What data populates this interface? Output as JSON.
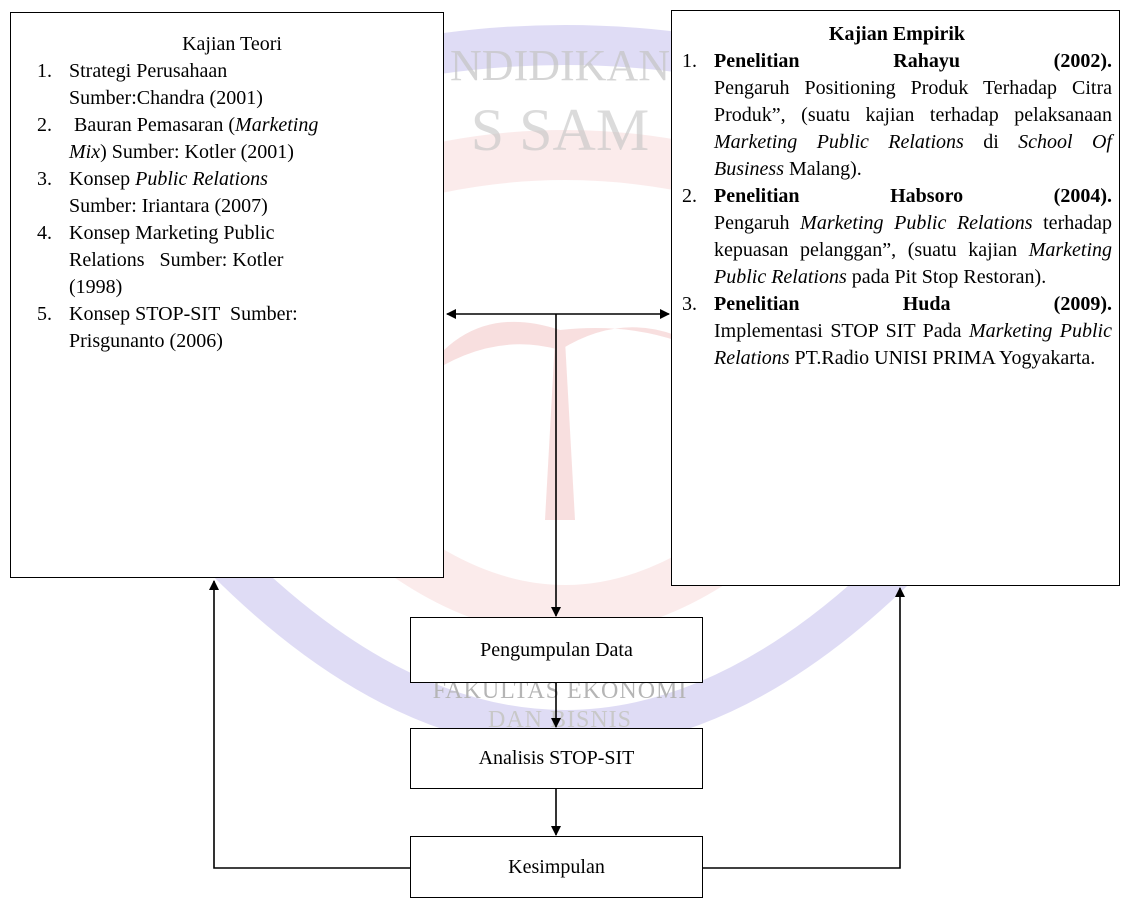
{
  "kajian_teori": {
    "title": "Kajian Teori",
    "items": [
      {
        "num": "1.",
        "line1": "Strategi Perusahaan",
        "line2": "Sumber:Chandra (2001)"
      },
      {
        "num": "2.",
        "pre": "Bauran Pemasaran (",
        "ital1": "Marketing",
        "ital2": "Mix",
        "post": ") Sumber: Kotler (2001)"
      },
      {
        "num": "3.",
        "pre": "Konsep ",
        "ital": "Public Relations",
        "line2": "Sumber: Iriantara (2007)"
      },
      {
        "num": "4.",
        "line1": "Konsep Marketing Public",
        "line2": "Relations   Sumber: Kotler",
        "line3": "(1998)"
      },
      {
        "num": "5.",
        "line1": "Konsep STOP-SIT  Sumber:",
        "line2": "Prisgunanto (2006)"
      }
    ]
  },
  "kajian_empirik": {
    "title": "Kajian Empirik",
    "items": [
      {
        "num": "1.",
        "heading": "Penelitian Rahayu (2002).",
        "t1": "Pengaruh Positioning Produk Terhadap Citra Produk”, (suatu kajian terhadap pelaksanaan ",
        "i1": "Marketing Public Relations",
        "t2": " di ",
        "i2": "School Of Business",
        "t3": " Malang)."
      },
      {
        "num": "2.",
        "heading": "Penelitian Habsoro (2004).",
        "t1": "Pengaruh ",
        "i1": "Marketing Public Relations",
        "t2": " terhadap kepuasan pelanggan”, (suatu kajian ",
        "i2": "Marketing Public Relations",
        "t3": " pada Pit Stop Restoran)."
      },
      {
        "num": "3.",
        "heading": "Penelitian Huda (2009).",
        "t1": "Implementasi STOP SIT Pada ",
        "i1": "Marketing Public Relations",
        "t2": " PT.Radio UNISI PRIMA Yogyakarta."
      }
    ]
  },
  "flow": {
    "pengumpulan": "Pengumpulan Data",
    "analisis": "Analisis STOP-SIT",
    "kesimpulan": "Kesimpulan"
  },
  "watermark": {
    "arc_top": "NDIDIKAN",
    "arc_mid": "S SAM",
    "bottom1": "FAKULTAS EKONOMI",
    "bottom2": "DAN BISNIS"
  },
  "colors": {
    "watermark_blue": "#b9b3e6",
    "watermark_red": "#f3c4c4",
    "watermark_text": "#c4c4c4"
  }
}
